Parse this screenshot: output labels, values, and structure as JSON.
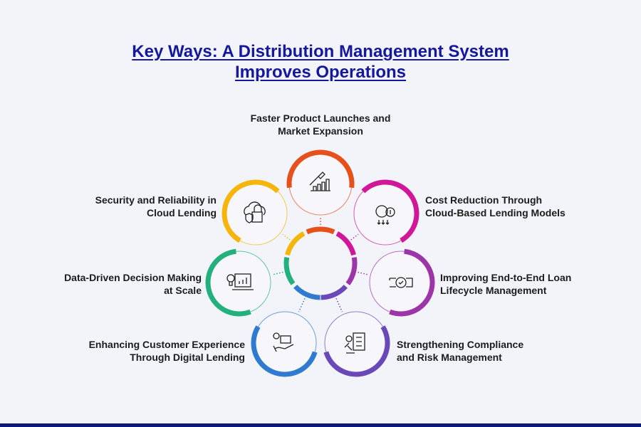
{
  "title": {
    "line1": "Key Ways: A Distribution Management System",
    "line2": "Improves Operations"
  },
  "items": [
    {
      "line1": "Faster Product Launches and",
      "line2": "Market Expansion",
      "color": "#e5501b",
      "icon": "rocket-growth-chart-icon"
    },
    {
      "line1": "Cost Reduction Through",
      "line2": "Cloud-Based Lending Models",
      "color": "#d0179a",
      "icon": "gear-dollar-down-icon"
    },
    {
      "line1": "Improving End-to-End Loan",
      "line2": "Lifecycle Management",
      "color": "#9b35a8",
      "icon": "gear-workflow-icon"
    },
    {
      "line1": "Strengthening Compliance",
      "line2": "and Risk Management",
      "color": "#6a48b8",
      "icon": "checklist-gavel-icon"
    },
    {
      "line1": "Enhancing Customer Experience",
      "line2": "Through Digital Lending",
      "color": "#2f7bd0",
      "icon": "hand-code-gear-icon"
    },
    {
      "line1": "Data-Driven Decision Making",
      "line2": "at Scale",
      "color": "#22b07d",
      "icon": "bulb-analytics-icon"
    },
    {
      "line1": "Security and Reliability in",
      "line2": "Cloud Lending",
      "color": "#f5b50c",
      "icon": "cloud-lock-shield-icon"
    }
  ]
}
